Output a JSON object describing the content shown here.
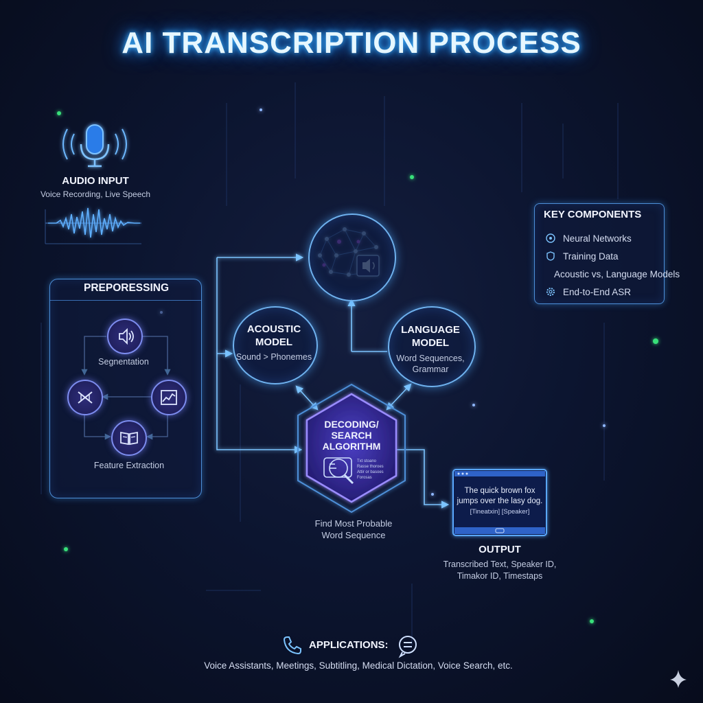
{
  "title": "AI TRANSCRIPTION PROCESS",
  "audio_input": {
    "title": "AUDIO INPUT",
    "subtitle": "Voice Recording, Live Speech"
  },
  "preprocessing": {
    "title": "PREPORESSING",
    "segmentation": "Segnentation",
    "feature_extraction": "Feature Extraction"
  },
  "acoustic_model": {
    "title_line1": "ACOUSTIC",
    "title_line2": "MODEL",
    "subtitle": "Sound > Phonemes"
  },
  "language_model": {
    "title_line1": "LANGUAGE",
    "title_line2": "MODEL",
    "subtitle_line1": "Word Sequences,",
    "subtitle_line2": "Grammar"
  },
  "decoding": {
    "title_line1": "DECODING/",
    "title_line2": "SEARCH",
    "title_line3": "ALGORITHM",
    "inner_text_line1": "Txt stoano",
    "inner_text_line2": "Rasse thoroes",
    "inner_text_line3": "Attir or basoes",
    "inner_text_line4": "Forosas",
    "caption_line1": "Find Most Probable",
    "caption_line2": "Word Sequence"
  },
  "key_components": {
    "title": "KEY COMPONENTS",
    "items": [
      "Neural Networks",
      "Training Data",
      "Acoustic vs, Language Models",
      "End-to-End ASR"
    ]
  },
  "output": {
    "screen_line1": "The quick brown fox",
    "screen_line2": "jumps over the lasy dog.",
    "screen_line3": "[Tineatxin] [Speaker]",
    "title": "OUTPUT",
    "subtitle_line1": "Transcribed Text, Speaker ID,",
    "subtitle_line2": "Timakor ID, Timestaps"
  },
  "applications": {
    "title": "APPLICATIONS:",
    "list": "Voice Assistants, Meetings, Subtitling, Medical Dictation, Voice Search, etc."
  },
  "colors": {
    "accent_blue": "#4aa8ff",
    "glow_cyan": "#3fb4ff",
    "hex_purple": "#3a2f9e",
    "background": "#0c1530"
  }
}
